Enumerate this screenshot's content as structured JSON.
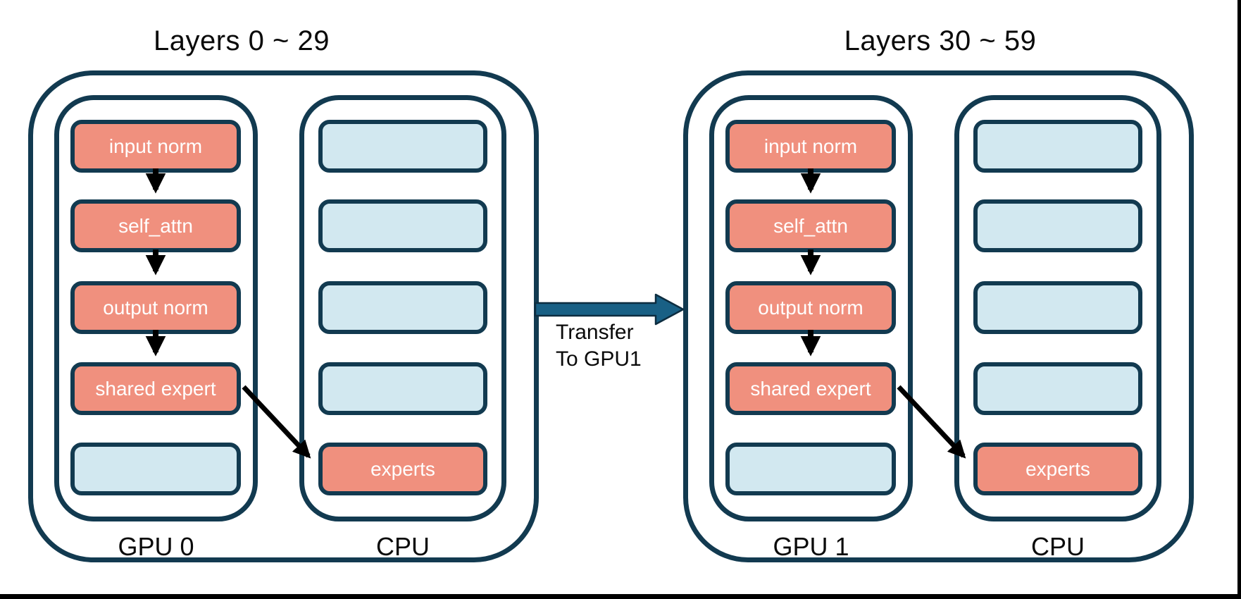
{
  "groups": [
    {
      "title": "Layers 0 ~ 29",
      "gpu_label": "GPU 0",
      "cpu_label": "CPU",
      "gpu_boxes": [
        "input norm",
        "self_attn",
        "output norm",
        "shared expert",
        ""
      ],
      "cpu_boxes": [
        "",
        "",
        "",
        "",
        "experts"
      ]
    },
    {
      "title": "Layers 30 ~ 59",
      "gpu_label": "GPU 1",
      "cpu_label": "CPU",
      "gpu_boxes": [
        "input norm",
        "self_attn",
        "output norm",
        "shared expert",
        ""
      ],
      "cpu_boxes": [
        "",
        "",
        "",
        "",
        "experts"
      ]
    }
  ],
  "transfer": {
    "line1": "Transfer",
    "line2": "To GPU1"
  },
  "colors": {
    "pink": "#F0907E",
    "blue": "#D2E8F0",
    "stroke": "#123A50",
    "arrow_fill": "#196085",
    "arrow_edge": "#0D2D40",
    "text_dark": "#0A0A0A",
    "text_light": "#FFFFFF",
    "black": "#000000"
  }
}
